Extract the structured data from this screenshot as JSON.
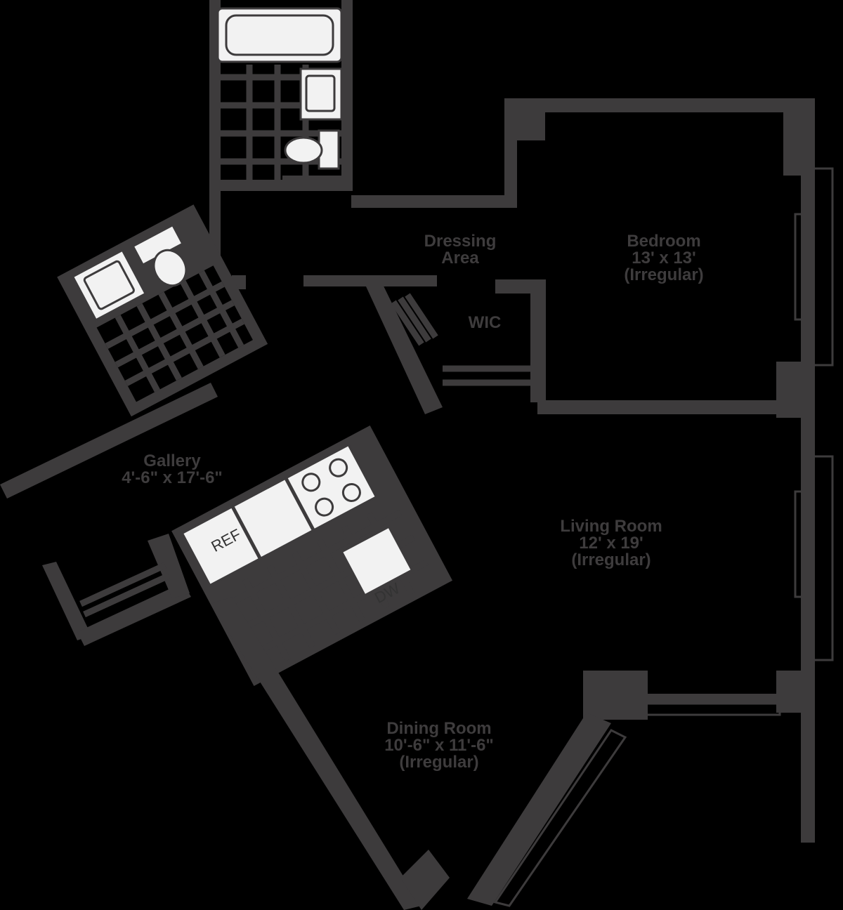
{
  "colors": {
    "background": "#000000",
    "walls": "#3d3b3c",
    "fixtures": "#f2f2f2"
  },
  "rooms": {
    "dressing": {
      "name": "Dressing",
      "name2": "Area"
    },
    "bedroom": {
      "name": "Bedroom",
      "size": "13' x 13'",
      "note": "(Irregular)"
    },
    "wic": {
      "name": "WIC"
    },
    "gallery": {
      "name": "Gallery",
      "size": "4'-6\" x 17'-6\""
    },
    "living": {
      "name": "Living Room",
      "size": "12' x 19'",
      "note": "(Irregular)"
    },
    "dining": {
      "name": "Dining Room",
      "size": "10'-6\" x 11'-6\"",
      "note": "(Irregular)"
    }
  },
  "appliances": {
    "ref": "REF",
    "dw": "DW"
  }
}
